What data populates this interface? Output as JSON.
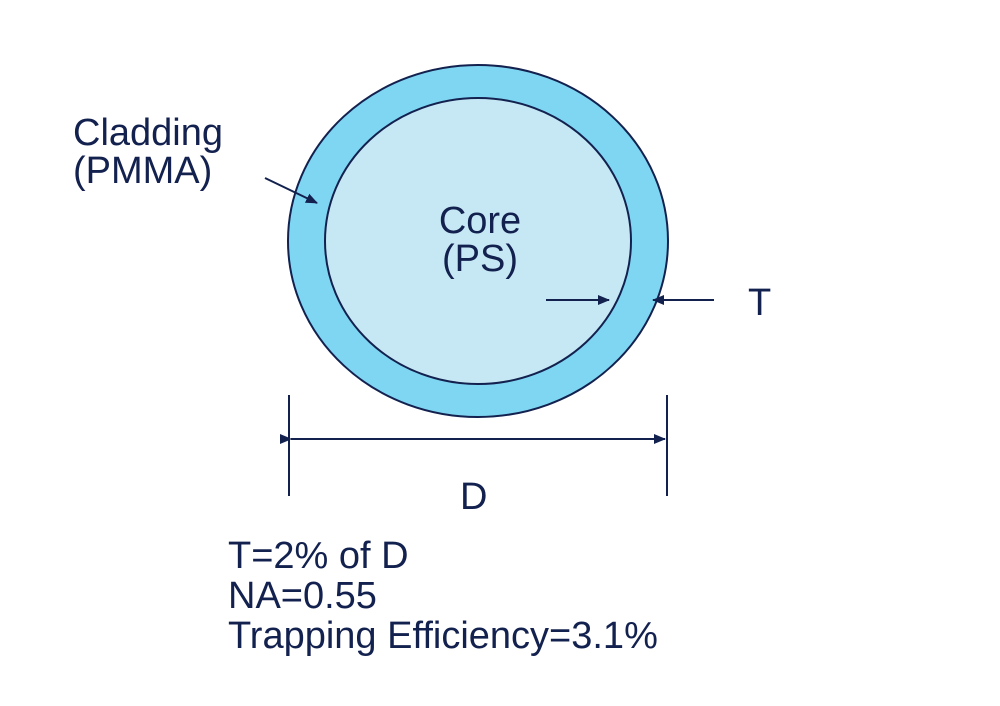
{
  "labels": {
    "cladding_line1": "Cladding",
    "cladding_line2": "(PMMA)",
    "core_line1": "Core",
    "core_line2": "(PS)",
    "thickness": "T",
    "diameter": "D"
  },
  "specs": {
    "thickness_ratio": "T=2% of D",
    "numerical_aperture": "NA=0.55",
    "trapping_efficiency": "Trapping Efficiency=3.1%"
  },
  "colors": {
    "cladding_fill": "#7fd6f2",
    "core_fill": "#c6e8f5",
    "ink": "#13214f"
  }
}
